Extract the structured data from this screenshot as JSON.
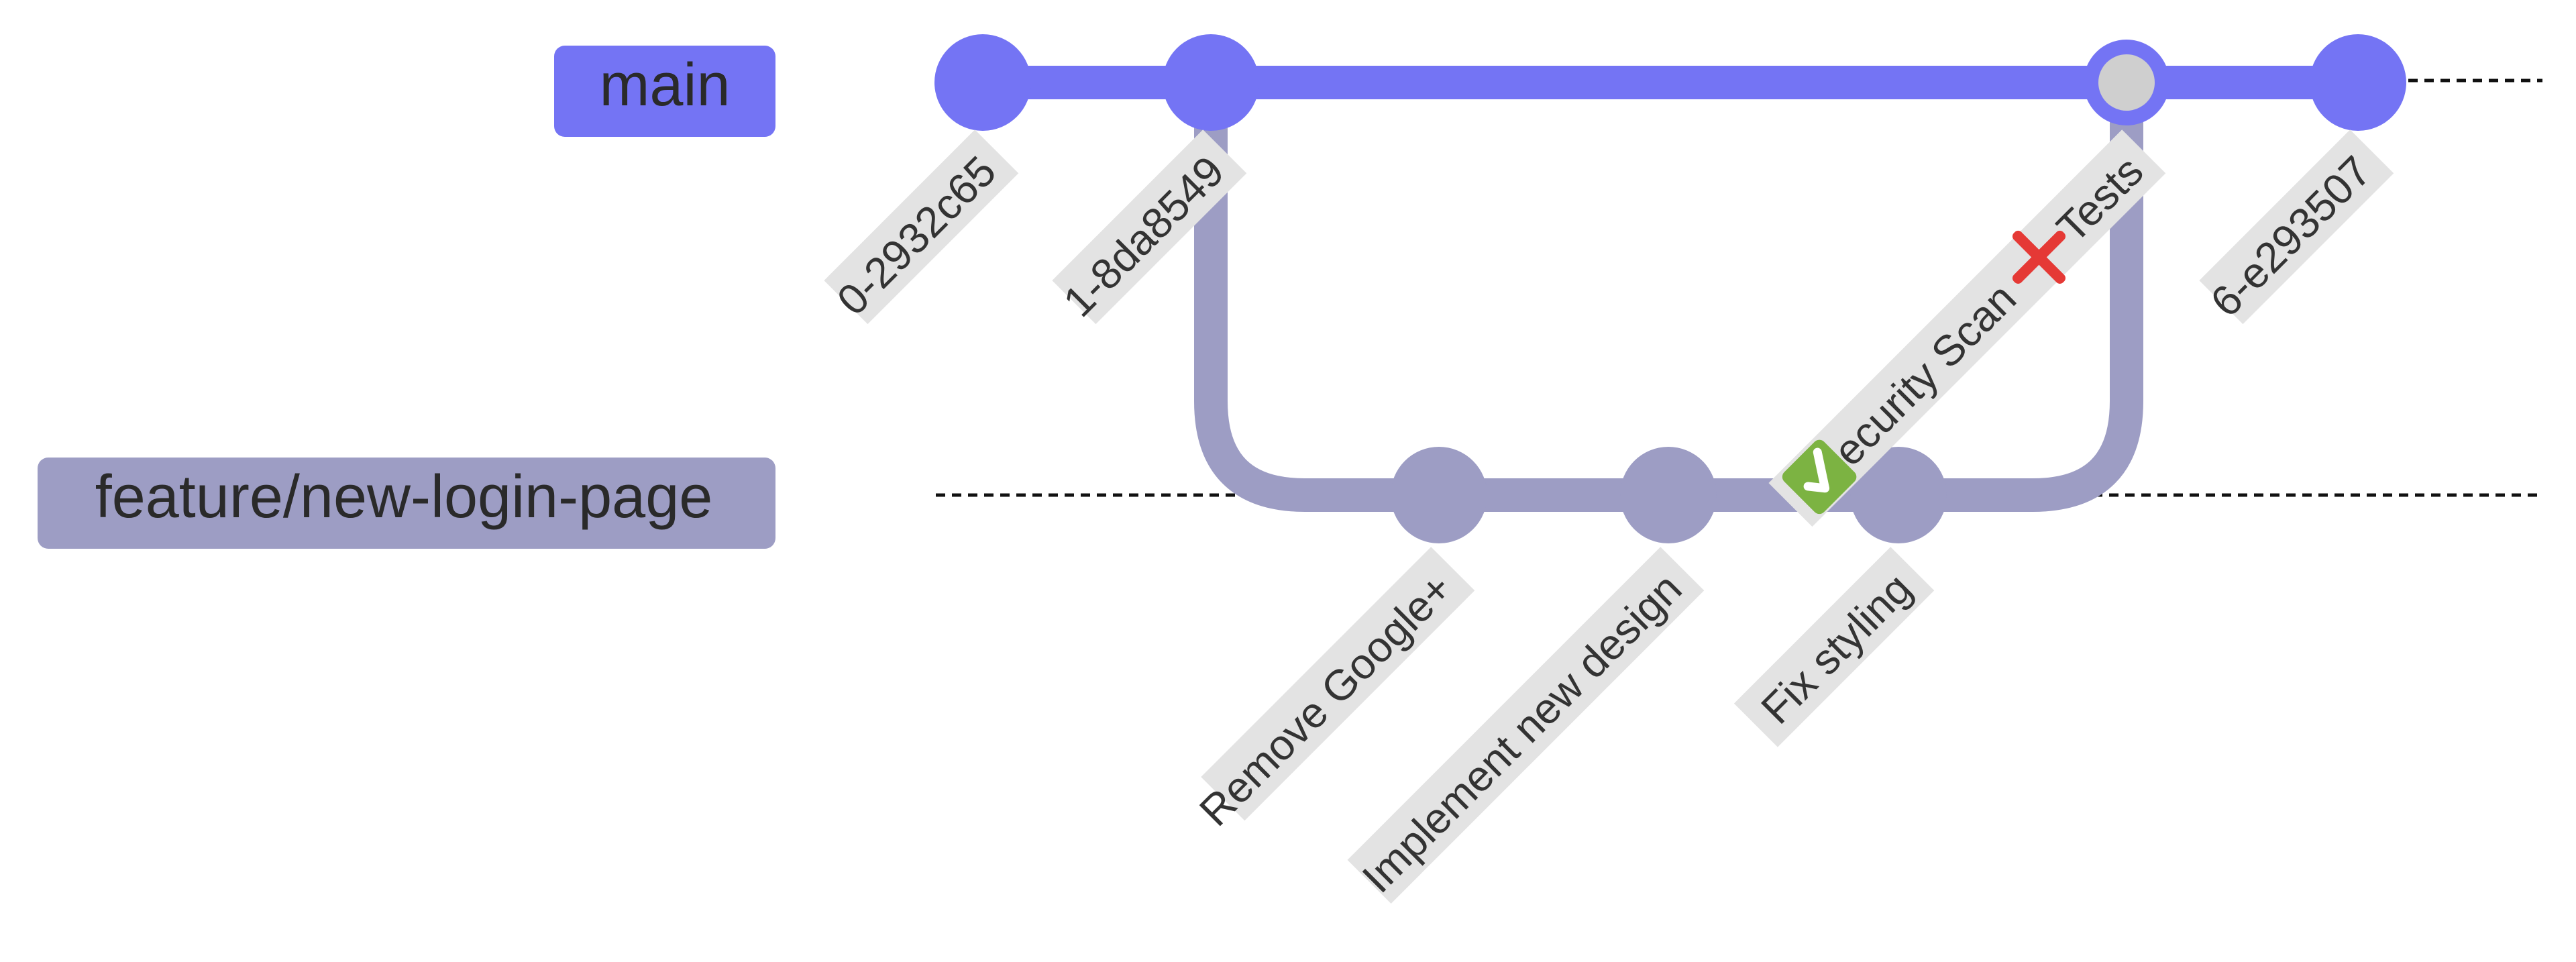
{
  "colors": {
    "main": "#7474f4",
    "feature": "#9d9dc4",
    "label_bg": "#e3e3e3",
    "highlight_commit": "#cfcfcf",
    "check_green": "#7cb342",
    "cross_red": "#e53935",
    "dashed_line": "#111111"
  },
  "branches": {
    "main": {
      "name": "main"
    },
    "feature": {
      "name": "feature/new-login-page"
    }
  },
  "commits": {
    "c0": {
      "label": "0-2932c65",
      "branch": "main"
    },
    "c1": {
      "label": "1-8da8549",
      "branch": "main"
    },
    "c2": {
      "label": "Remove Google+",
      "branch": "feature/new-login-page"
    },
    "c3": {
      "label": "Implement new design",
      "branch": "feature/new-login-page"
    },
    "c4": {
      "label": "Fix styling",
      "branch": "feature/new-login-page"
    },
    "merge": {
      "label_prefix": "Security Scan",
      "label_suffix": "Tests",
      "branch": "main",
      "security_scan": "passed",
      "tests": "failed"
    },
    "c6": {
      "label": "6-e293507",
      "branch": "main"
    }
  },
  "icons": {
    "security_scan": "check-icon",
    "tests": "cross-icon"
  }
}
